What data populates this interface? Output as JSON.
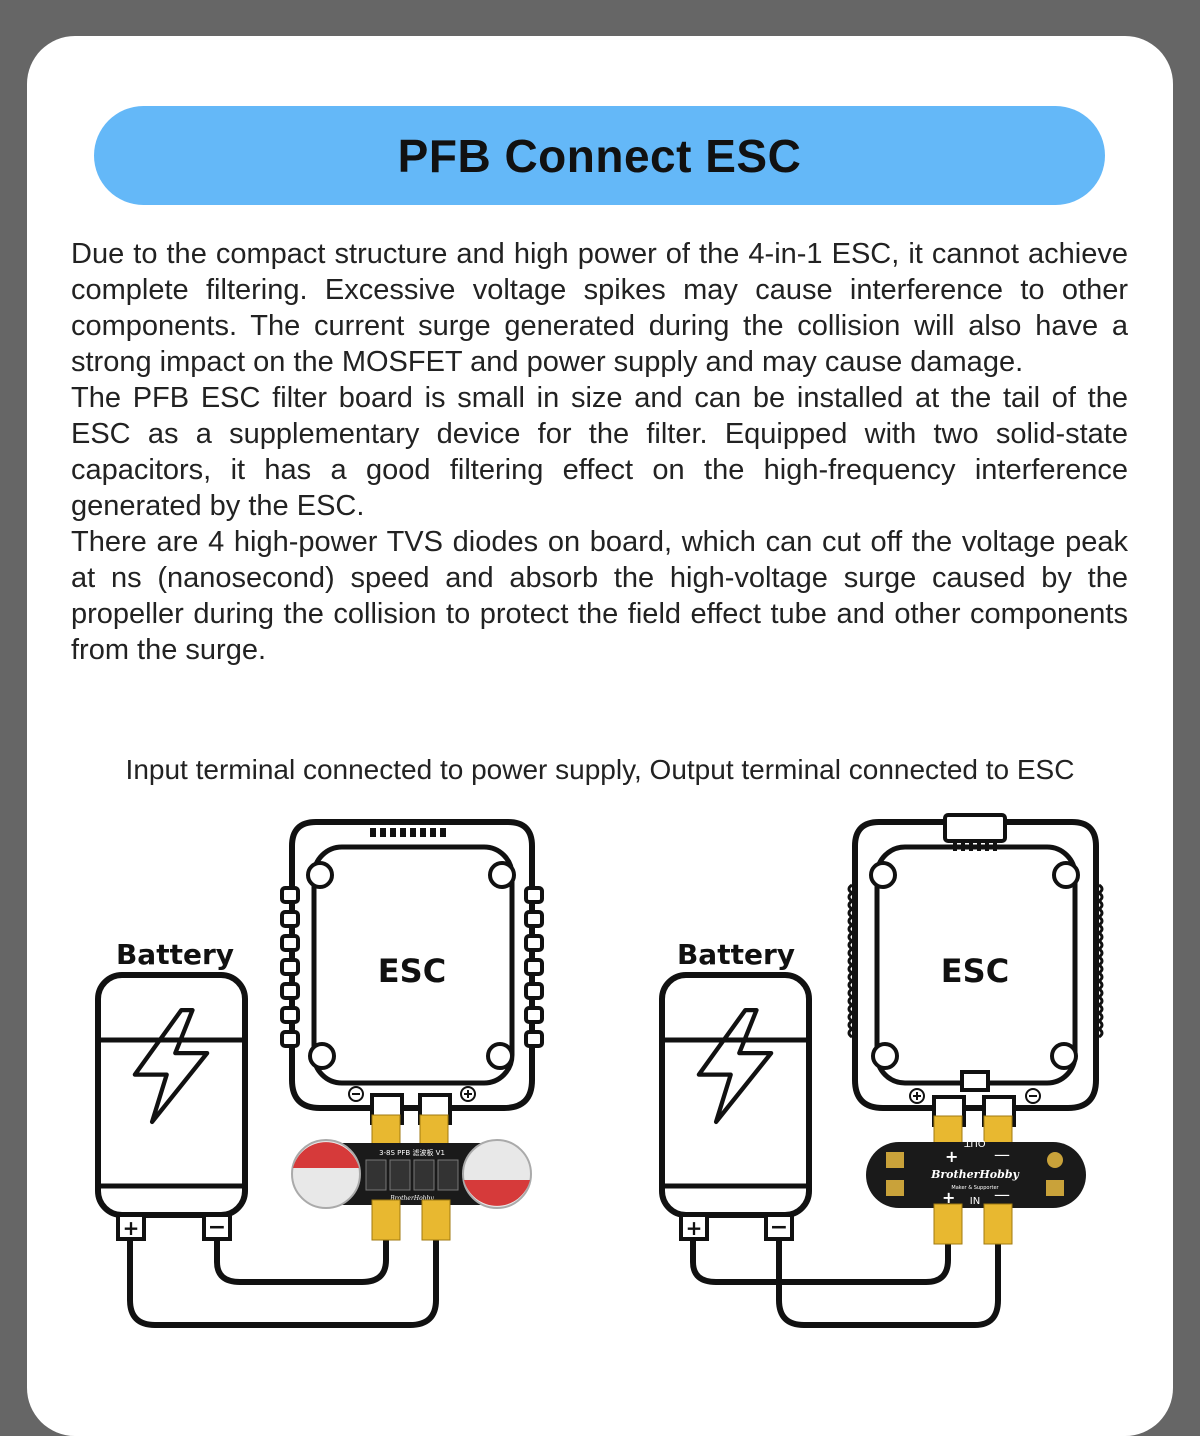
{
  "title": "PFB Connect ESC",
  "paragraphs": [
    "Due to the compact structure and high power of the 4-in-1 ESC, it cannot achieve complete filtering. Excessive voltage spikes may cause interference to other components. The current surge generated during the collision will also have a strong impact on the MOSFET and power supply and may cause damage.",
    "The PFB ESC filter board is small in size and can be installed at the tail of the ESC as a supplementary device for the filter. Equipped with two solid-state capacitors, it has a good filtering effect on the high-frequency interference generated by the ESC.",
    "There are 4 high-power TVS diodes on board, which can cut off the voltage peak at ns (nanosecond) speed and absorb the high-voltage surge caused by the propeller during the collision to protect the field effect tube and other components from the surge."
  ],
  "caption": "Input terminal connected to power supply, Output terminal connected to ESC",
  "diagrams": {
    "left": {
      "battery_label": "Battery",
      "esc_label": "ESC",
      "board_text": "3-8S PFB 滤波板 V1",
      "board_brand": "BrotherHobby"
    },
    "right": {
      "battery_label": "Battery",
      "esc_label": "ESC",
      "board_brand": "BrotherHobby",
      "board_sub": "Maker & Supporter",
      "out_label": "OUT",
      "in_label": "IN"
    }
  },
  "colors": {
    "background": "#666666",
    "card": "#ffffff",
    "title_pill": "#64b8f8",
    "gold_pad": "#e8b830",
    "capacitor_red": "#d63a3a"
  }
}
